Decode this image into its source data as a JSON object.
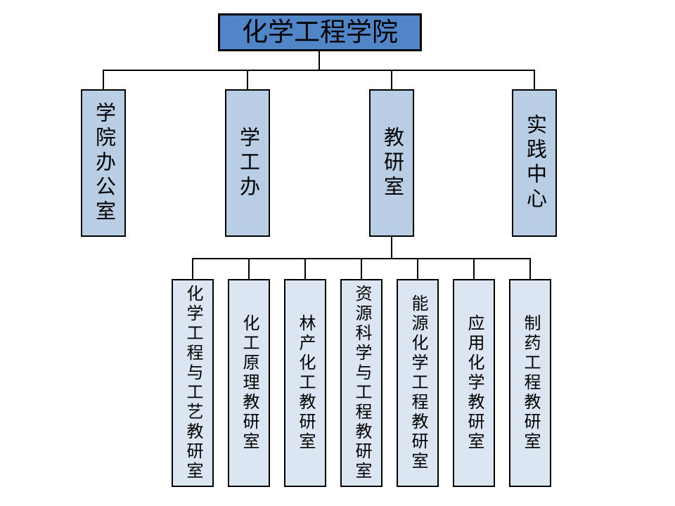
{
  "org": {
    "root": {
      "label": "化学工程学院"
    },
    "children": [
      {
        "label": "学院办公室",
        "children": []
      },
      {
        "label": "学工办",
        "children": []
      },
      {
        "label": "教研室",
        "children": [
          {
            "label": "化学工程与工艺教研室"
          },
          {
            "label": "化工原理教研室"
          },
          {
            "label": "林产化工教研室"
          },
          {
            "label": "资源科学与工程教研室"
          },
          {
            "label": "能源化学工程教研室"
          },
          {
            "label": "应用化学教研室"
          },
          {
            "label": "制药工程教研室"
          }
        ]
      },
      {
        "label": "实践中心",
        "children": []
      }
    ],
    "colors": {
      "root_fill": "#5086C8",
      "level2_fill": "#B9CDE5",
      "level3_fill": "#DCE6F2",
      "border": "#000000",
      "line": "#000000",
      "text": "#000000",
      "background": "#FFFFFF"
    }
  }
}
